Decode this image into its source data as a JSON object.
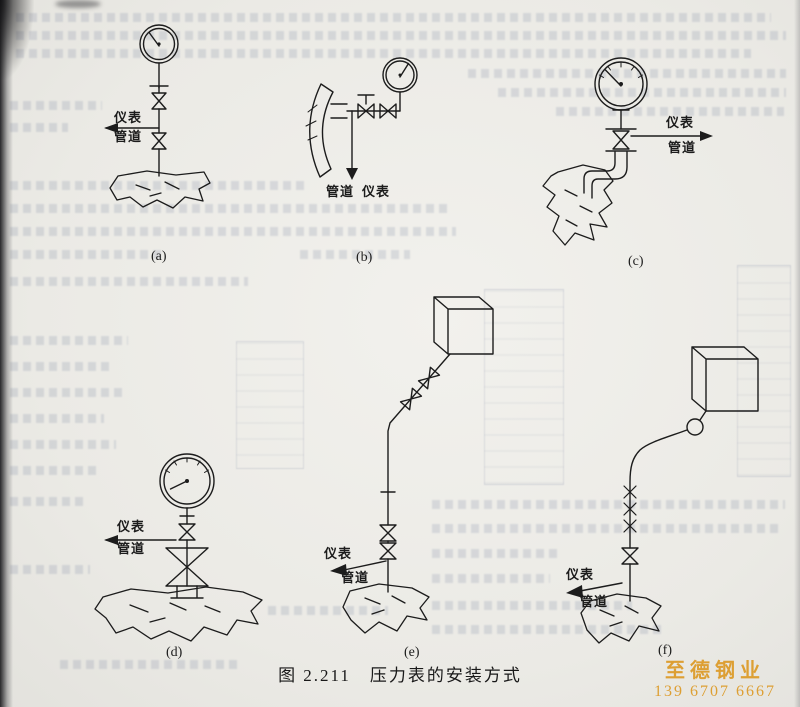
{
  "page": {
    "caption": "图 2.211　压力表的安装方式"
  },
  "diagrams": [
    {
      "id": "a",
      "label": "(a)",
      "instrument": "仪表",
      "pipe": "管道"
    },
    {
      "id": "b",
      "label": "(b)",
      "instrument": "仪表",
      "pipe": "管道"
    },
    {
      "id": "c",
      "label": "(c)",
      "instrument": "仪表",
      "pipe": "管道"
    },
    {
      "id": "d",
      "label": "(d)",
      "instrument": "仪表",
      "pipe": "管道"
    },
    {
      "id": "e",
      "label": "(e)",
      "instrument": "仪表",
      "pipe": "管道"
    },
    {
      "id": "f",
      "label": "(f)",
      "instrument": "仪表",
      "pipe": "管道"
    }
  ],
  "watermark": {
    "company": "至德钢业",
    "phone": "139 6707 6667",
    "color": "#dd9f33"
  },
  "colors": {
    "ink": "#1c1c1c",
    "paper": "#edece7",
    "bleed": "#5c6b8e"
  }
}
